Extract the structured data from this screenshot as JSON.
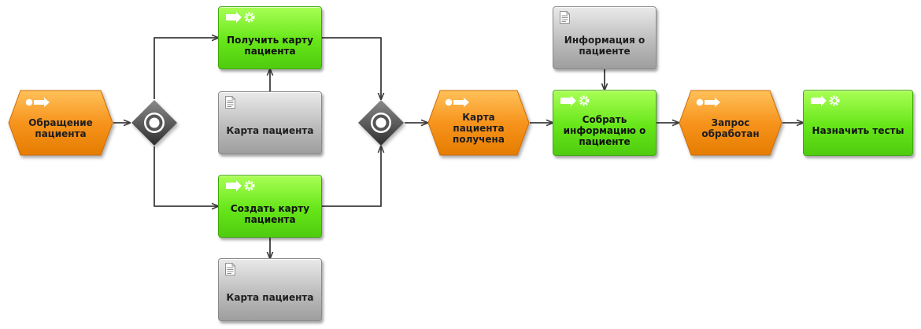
{
  "diagram": {
    "nodes": [
      {
        "id": "e1",
        "kind": "event",
        "label": "Обращение пациента",
        "icon": "event-trigger-icon"
      },
      {
        "id": "g1",
        "kind": "gateway",
        "icon": "gateway-circle-icon"
      },
      {
        "id": "f1",
        "kind": "function",
        "label": "Получить карту пациента",
        "icon": "process-gear-icon"
      },
      {
        "id": "d1",
        "kind": "document",
        "label": "Карта пациента",
        "icon": "document-icon"
      },
      {
        "id": "f2",
        "kind": "function",
        "label": "Создать карту пациента",
        "icon": "process-gear-icon"
      },
      {
        "id": "d2",
        "kind": "document",
        "label": "Карта пациента",
        "icon": "document-icon"
      },
      {
        "id": "g2",
        "kind": "gateway",
        "icon": "gateway-circle-icon"
      },
      {
        "id": "e2",
        "kind": "event",
        "label": "Карта пациента получена",
        "icon": "event-trigger-icon"
      },
      {
        "id": "d3",
        "kind": "document",
        "label": "Информация о пациенте",
        "icon": "document-icon"
      },
      {
        "id": "f3",
        "kind": "function",
        "label": "Собрать информацию о пациенте",
        "icon": "process-gear-icon"
      },
      {
        "id": "e3",
        "kind": "event",
        "label": "Запрос обработан",
        "icon": "event-trigger-icon"
      },
      {
        "id": "f4",
        "kind": "function",
        "label": "Назначить тесты",
        "icon": "process-gear-icon"
      }
    ],
    "edges": [
      {
        "from": "e1",
        "to": "g1"
      },
      {
        "from": "g1",
        "to": "f1"
      },
      {
        "from": "g1",
        "to": "f2"
      },
      {
        "from": "d1",
        "to": "f1"
      },
      {
        "from": "f2",
        "to": "d2"
      },
      {
        "from": "f1",
        "to": "g2"
      },
      {
        "from": "f2",
        "to": "g2"
      },
      {
        "from": "g2",
        "to": "e2"
      },
      {
        "from": "e2",
        "to": "f3"
      },
      {
        "from": "d3",
        "to": "f3"
      },
      {
        "from": "f3",
        "to": "e3"
      },
      {
        "from": "e3",
        "to": "f4"
      }
    ],
    "colors": {
      "function": "#66e619",
      "event": "#f7941d",
      "document": "#b0b0b0",
      "gateway": "#4a4a4a",
      "connector": "#3c3c3c"
    }
  }
}
